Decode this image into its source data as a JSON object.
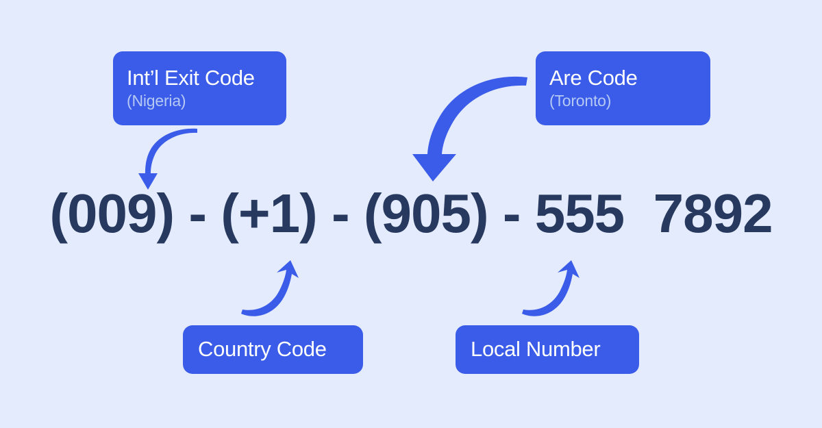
{
  "page": {
    "background_color": "#e4ebfd",
    "accent_color": "#3a5ce8",
    "number_color": "#27395e",
    "subtitle_color": "#b6c9f4"
  },
  "phone": {
    "full_number": "(009) - (+1) - (905) - 555  7892",
    "segments": {
      "exit_code": "(009)",
      "country_code": "(+1)",
      "area_code": "(905)",
      "local_prefix": "555",
      "local_line": "7892"
    }
  },
  "callouts": {
    "intl_exit": {
      "title": "Int’l Exit Code",
      "subtitle": "(Nigeria)"
    },
    "area": {
      "title": "Are Code",
      "subtitle": "(Toronto)"
    },
    "country": {
      "title": "Country Code"
    },
    "local": {
      "title": "Local Number"
    }
  },
  "arrows": {
    "intl_exit": "curved-arrow-down-left-icon",
    "area": "curved-arrow-down-left-icon",
    "country": "curved-arrow-up-right-icon",
    "local": "curved-arrow-up-right-icon"
  }
}
